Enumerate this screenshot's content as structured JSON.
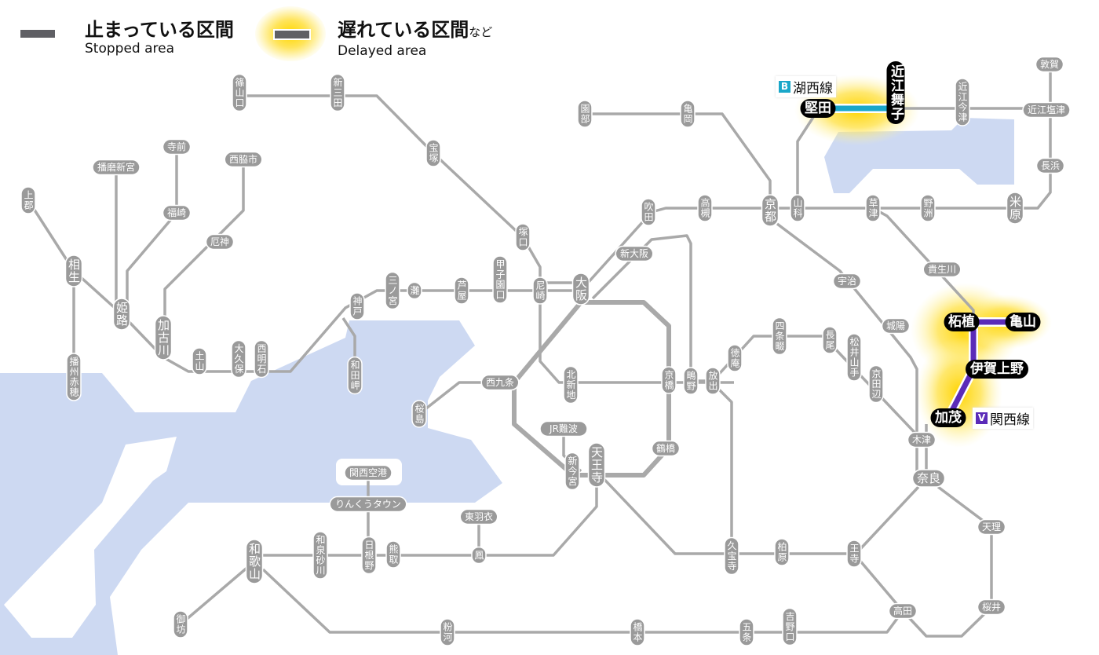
{
  "legend": {
    "stopped": {
      "label_ja": "止まっている区間",
      "label_en": "Stopped area",
      "color": "#5f5f64"
    },
    "delayed": {
      "label_ja": "遅れている区間",
      "label_ja_suffix": "など",
      "label_en": "Delayed area",
      "color": "#5f5f64",
      "glow": "#ffd700"
    }
  },
  "line_tags": [
    {
      "symbol": "B",
      "name": "湖西線",
      "color": "#1aa7c9",
      "status": "delayed"
    },
    {
      "symbol": "V",
      "name": "関西線",
      "color": "#5b2bb8",
      "status": "delayed"
    }
  ],
  "colors": {
    "normal_line": "#a9a9a9",
    "station_pill": "#9a9a9a",
    "delayed_pill": "#000000",
    "sea": "#cdd9f2"
  },
  "stations": [
    {
      "name": "篠山口",
      "status": "normal"
    },
    {
      "name": "新三田",
      "status": "normal"
    },
    {
      "name": "宝塚",
      "status": "normal"
    },
    {
      "name": "塚口",
      "status": "normal"
    },
    {
      "name": "尼崎",
      "status": "normal"
    },
    {
      "name": "大阪",
      "status": "normal"
    },
    {
      "name": "甲子園口",
      "status": "normal"
    },
    {
      "name": "芦屋",
      "status": "normal"
    },
    {
      "name": "灘",
      "status": "normal"
    },
    {
      "name": "三ノ宮",
      "status": "normal"
    },
    {
      "name": "神戸",
      "status": "normal"
    },
    {
      "name": "和田岬",
      "status": "normal"
    },
    {
      "name": "西明石",
      "status": "normal"
    },
    {
      "name": "大久保",
      "status": "normal"
    },
    {
      "name": "土山",
      "status": "normal"
    },
    {
      "name": "加古川",
      "status": "normal"
    },
    {
      "name": "姫路",
      "status": "normal"
    },
    {
      "name": "相生",
      "status": "normal"
    },
    {
      "name": "上郡",
      "status": "normal"
    },
    {
      "name": "播磨新宮",
      "status": "normal"
    },
    {
      "name": "寺前",
      "status": "normal"
    },
    {
      "name": "福崎",
      "status": "normal"
    },
    {
      "name": "西脇市",
      "status": "normal"
    },
    {
      "name": "厄神",
      "status": "normal"
    },
    {
      "name": "播州赤穂",
      "status": "normal"
    },
    {
      "name": "新大阪",
      "status": "normal"
    },
    {
      "name": "吹田",
      "status": "normal"
    },
    {
      "name": "高槻",
      "status": "normal"
    },
    {
      "name": "京都",
      "status": "normal"
    },
    {
      "name": "山科",
      "status": "normal"
    },
    {
      "name": "園部",
      "status": "normal"
    },
    {
      "name": "亀岡",
      "status": "normal"
    },
    {
      "name": "堅田",
      "status": "delayed"
    },
    {
      "name": "近江舞子",
      "status": "delayed"
    },
    {
      "name": "近江今津",
      "status": "normal"
    },
    {
      "name": "近江塩津",
      "status": "normal"
    },
    {
      "name": "敦賀",
      "status": "normal"
    },
    {
      "name": "長浜",
      "status": "normal"
    },
    {
      "name": "米原",
      "status": "normal"
    },
    {
      "name": "野洲",
      "status": "normal"
    },
    {
      "name": "草津",
      "status": "normal"
    },
    {
      "name": "貴生川",
      "status": "normal"
    },
    {
      "name": "宇治",
      "status": "normal"
    },
    {
      "name": "城陽",
      "status": "normal"
    },
    {
      "name": "柘植",
      "status": "delayed"
    },
    {
      "name": "亀山",
      "status": "delayed"
    },
    {
      "name": "伊賀上野",
      "status": "delayed"
    },
    {
      "name": "加茂",
      "status": "delayed"
    },
    {
      "name": "木津",
      "status": "normal"
    },
    {
      "name": "奈良",
      "status": "normal"
    },
    {
      "name": "天理",
      "status": "normal"
    },
    {
      "name": "桜井",
      "status": "normal"
    },
    {
      "name": "高田",
      "status": "normal"
    },
    {
      "name": "王寺",
      "status": "normal"
    },
    {
      "name": "柏原",
      "status": "normal"
    },
    {
      "name": "久宝寺",
      "status": "normal"
    },
    {
      "name": "吉野口",
      "status": "normal"
    },
    {
      "name": "五条",
      "status": "normal"
    },
    {
      "name": "橋本",
      "status": "normal"
    },
    {
      "name": "粉河",
      "status": "normal"
    },
    {
      "name": "和歌山",
      "status": "normal"
    },
    {
      "name": "御坊",
      "status": "normal"
    },
    {
      "name": "和泉砂川",
      "status": "normal"
    },
    {
      "name": "日根野",
      "status": "normal"
    },
    {
      "name": "熊取",
      "status": "normal"
    },
    {
      "name": "鳳",
      "status": "normal"
    },
    {
      "name": "東羽衣",
      "status": "normal"
    },
    {
      "name": "りんくうタウン",
      "status": "normal"
    },
    {
      "name": "関西空港",
      "status": "normal"
    },
    {
      "name": "天王寺",
      "status": "normal"
    },
    {
      "name": "新今宮",
      "status": "normal"
    },
    {
      "name": "JR難波",
      "status": "normal"
    },
    {
      "name": "鶴橋",
      "status": "normal"
    },
    {
      "name": "京橋",
      "status": "normal"
    },
    {
      "name": "鴫野",
      "status": "normal"
    },
    {
      "name": "放出",
      "status": "normal"
    },
    {
      "name": "徳庵",
      "status": "normal"
    },
    {
      "name": "四条畷",
      "status": "normal"
    },
    {
      "name": "長尾",
      "status": "normal"
    },
    {
      "name": "松井山手",
      "status": "normal"
    },
    {
      "name": "京田辺",
      "status": "normal"
    },
    {
      "name": "北新地",
      "status": "normal"
    },
    {
      "name": "西九条",
      "status": "normal"
    },
    {
      "name": "桜島",
      "status": "normal"
    }
  ]
}
